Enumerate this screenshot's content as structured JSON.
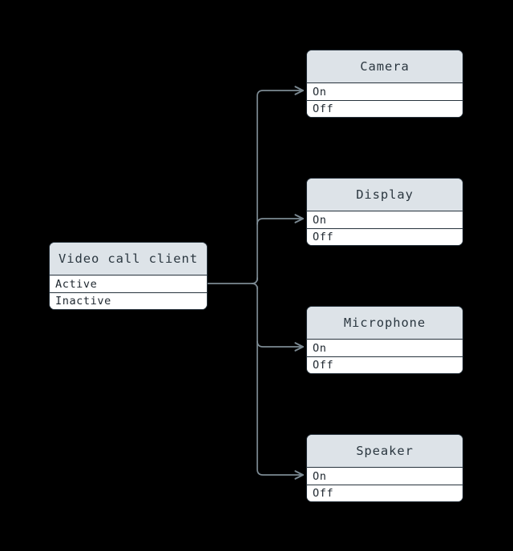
{
  "diagram": {
    "type": "state-machine-component-diagram",
    "background_color": "#000000",
    "node_border_color": "#26323c",
    "node_header_color": "#dde3e8",
    "node_body_color": "#ffffff",
    "edge_color": "#7c8a93",
    "nodes": [
      {
        "id": "client",
        "title": "Video call client",
        "rows": [
          "Active",
          "Inactive"
        ]
      },
      {
        "id": "camera",
        "title": "Camera",
        "rows": [
          "On",
          "Off"
        ]
      },
      {
        "id": "display",
        "title": "Display",
        "rows": [
          "On",
          "Off"
        ]
      },
      {
        "id": "microphone",
        "title": "Microphone",
        "rows": [
          "On",
          "Off"
        ]
      },
      {
        "id": "speaker",
        "title": "Speaker",
        "rows": [
          "On",
          "Off"
        ]
      }
    ],
    "edges": [
      {
        "from": "client",
        "to": "camera",
        "label": ""
      },
      {
        "from": "client",
        "to": "display",
        "label": ""
      },
      {
        "from": "client",
        "to": "microphone",
        "label": ""
      },
      {
        "from": "client",
        "to": "speaker",
        "label": ""
      }
    ]
  }
}
